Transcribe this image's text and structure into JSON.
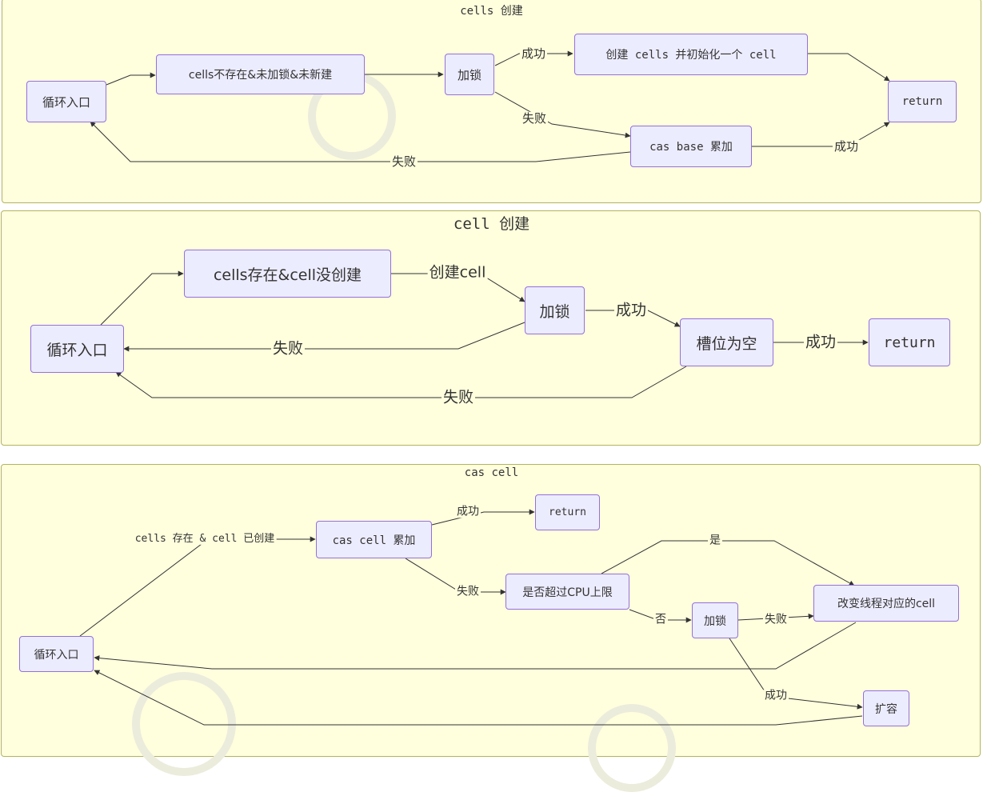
{
  "panel1": {
    "title": "cells 创建",
    "nodes": {
      "loop": "循环入口",
      "cond": "cells不存在&未加锁&未新建",
      "lock": "加锁",
      "create": "创建 cells 并初始化一个 cell",
      "ret": "return",
      "cas": "cas base 累加"
    },
    "edges": {
      "success1": "成功",
      "fail1": "失败",
      "success2": "成功",
      "fail2": "失败"
    }
  },
  "panel2": {
    "title": "cell 创建",
    "nodes": {
      "loop": "循环入口",
      "cond": "cells存在&cell没创建",
      "lock": "加锁",
      "slot": "槽位为空",
      "ret": "return"
    },
    "edges": {
      "create_cell": "创建cell",
      "success1": "成功",
      "success2": "成功",
      "fail1": "失败",
      "fail2": "失败"
    }
  },
  "panel3": {
    "title": "cas cell",
    "nodes": {
      "loop": "循环入口",
      "cas": "cas cell 累加",
      "ret": "return",
      "cpu": "是否超过CPU上限",
      "lock": "加锁",
      "change": "改变线程对应的cell",
      "expand": "扩容"
    },
    "edges": {
      "exists": "cells 存在 & cell 已创建",
      "success1": "成功",
      "fail1": "失败",
      "yes": "是",
      "no": "否",
      "fail2": "失败",
      "success2": "成功"
    }
  },
  "colors": {
    "panel_bg": "#ffffde",
    "panel_border": "#b3b35e",
    "node_bg": "#ececff",
    "node_border": "#9370db",
    "edge": "#333333"
  }
}
